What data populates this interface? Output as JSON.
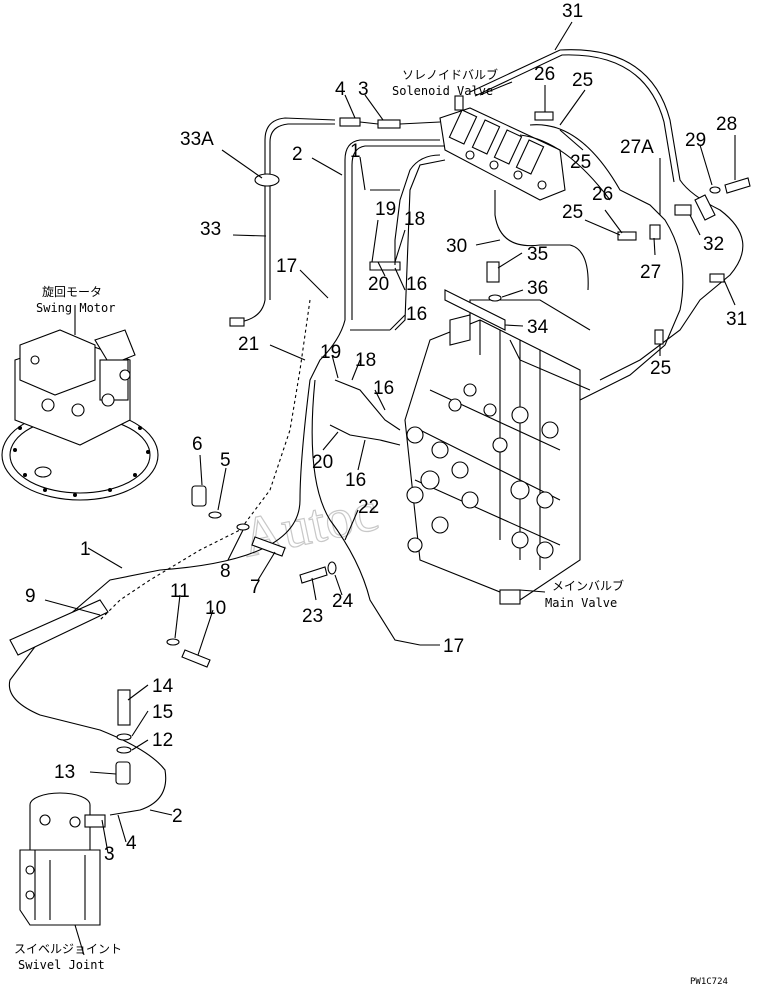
{
  "labels": {
    "solenoid_valve_jp": "ソレノイドバルブ",
    "solenoid_valve_en": "Solenoid Valve",
    "swing_motor_jp": "旋回モータ",
    "swing_motor_en": "Swing Motor",
    "main_valve_jp": "メインバルブ",
    "main_valve_en": "Main Valve",
    "swivel_joint_jp": "スイベルジョイント",
    "swivel_joint_en": "Swivel Joint",
    "figure_code": "PW1C724",
    "watermark": "Autoc"
  },
  "callouts": [
    "31",
    "4",
    "3",
    "26",
    "25",
    "33A",
    "2",
    "1",
    "25",
    "27A",
    "29",
    "28",
    "33",
    "19",
    "18",
    "26",
    "25",
    "30",
    "35",
    "32",
    "17",
    "20",
    "16",
    "36",
    "27",
    "31",
    "16",
    "34",
    "21",
    "19",
    "18",
    "16",
    "25",
    "6",
    "5",
    "20",
    "16",
    "22",
    "1",
    "9",
    "8",
    "7",
    "23",
    "24",
    "11",
    "10",
    "17",
    "14",
    "15",
    "12",
    "13",
    "2",
    "3",
    "4"
  ]
}
